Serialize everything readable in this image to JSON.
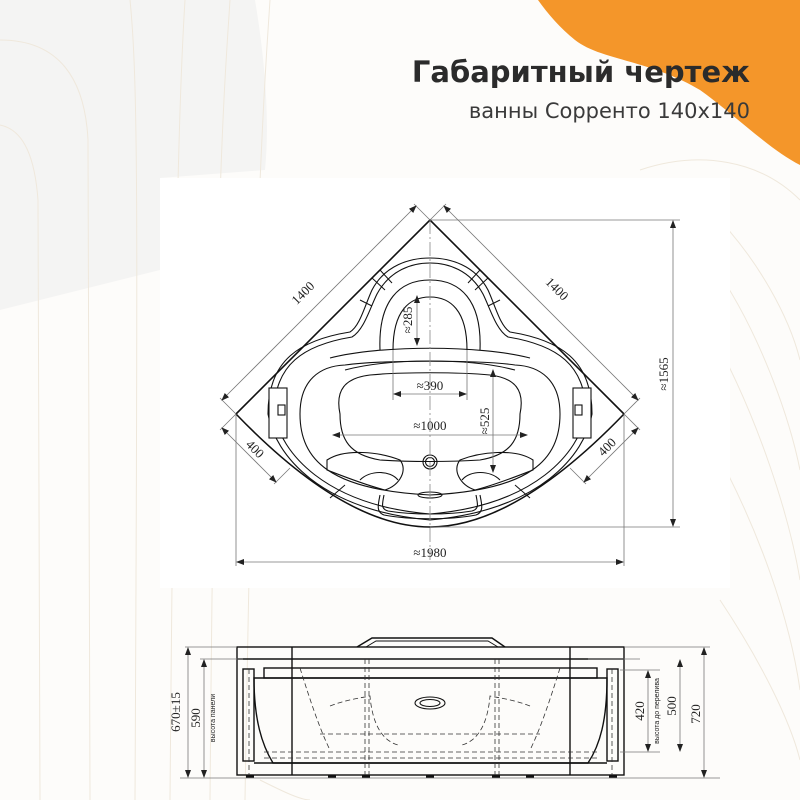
{
  "header": {
    "title": "Габаритный чертеж",
    "subtitle": "ванны Сорренто 140х140"
  },
  "colors": {
    "accent_orange": "#f4962a",
    "background": "#fdfcfa",
    "line": "#1a1a1a",
    "dimension_line": "#777777",
    "title_text": "#2b2b2b"
  },
  "top_view": {
    "dimensions": {
      "side_left": "1400",
      "side_right": "1400",
      "corner_left": "400",
      "corner_right": "400",
      "total_width": "≈1980",
      "total_depth": "≈1565",
      "headrest_depth": "≈285",
      "seat_gap": "≈390",
      "inner_length": "≈1000",
      "inner_width": "≈525"
    }
  },
  "side_view": {
    "dimensions": {
      "overall_height": "670±15",
      "panel_height": "590",
      "panel_height_label": "высота панели",
      "overflow_height": "420",
      "overflow_height_label": "высота до перелива",
      "rim_height": "500",
      "max_height": "720"
    }
  }
}
